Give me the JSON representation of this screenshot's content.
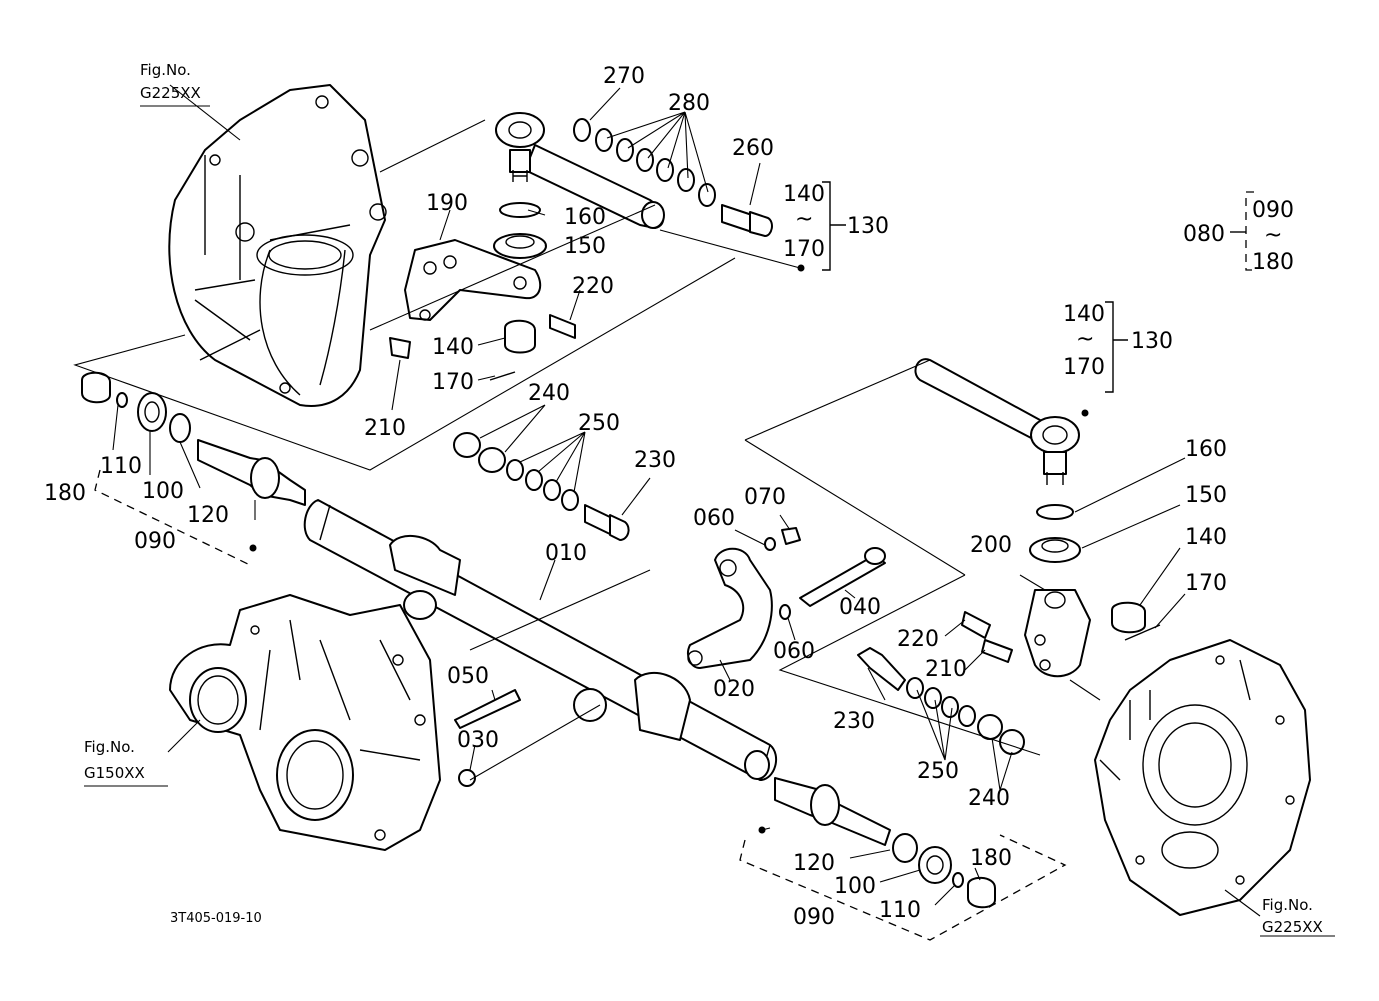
{
  "figure_refs": {
    "top_left": {
      "line1": "Fig.No.",
      "line2": "G225XX"
    },
    "left": {
      "line1": "Fig.No.",
      "line2": "G150XX"
    },
    "bottom_right": {
      "line1": "Fig.No.",
      "line2": "G225XX"
    }
  },
  "document_number": "3T405-019-10",
  "callouts": {
    "top": {
      "c270": "270",
      "c280": "280",
      "c260": "260",
      "c190": "190",
      "c160": "160",
      "c150": "150",
      "c220": "220",
      "c140": "140",
      "c170": "170",
      "c210": "210",
      "c240": "240",
      "c250": "250",
      "c230": "230"
    },
    "top_assembly": {
      "from": "140",
      "tilde": "~",
      "to": "170",
      "group": "130"
    },
    "legend_assembly": {
      "group": "080",
      "from": "090",
      "tilde": "~",
      "to": "180"
    },
    "right_assembly": {
      "from": "140",
      "tilde": "~",
      "to": "170",
      "group": "130"
    },
    "left_end": {
      "c180": "180",
      "c110": "110",
      "c100": "100",
      "c120": "120",
      "c090": "090"
    },
    "center": {
      "c010": "010",
      "c060a": "060",
      "c070": "070",
      "c040": "040",
      "c060b": "060",
      "c020": "020",
      "c050": "050",
      "c030": "030"
    },
    "right": {
      "c160": "160",
      "c150": "150",
      "c200": "200",
      "c140": "140",
      "c170": "170",
      "c220": "220",
      "c210": "210",
      "c230": "230",
      "c250": "250",
      "c240": "240"
    },
    "right_end": {
      "c120": "120",
      "c180": "180",
      "c100": "100",
      "c110": "110",
      "c090": "090"
    }
  }
}
